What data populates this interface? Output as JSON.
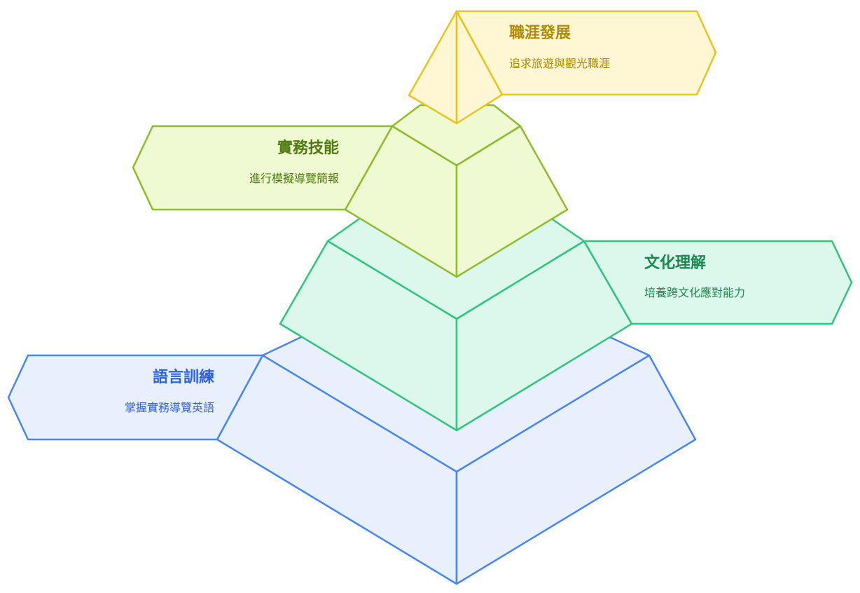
{
  "colors": {
    "level1": {
      "fill": "#e8f0fd",
      "stroke": "#4a86f0",
      "text": "#2f62d6"
    },
    "level2": {
      "fill": "#dcf8ec",
      "stroke": "#2fc57a",
      "text": "#17894f"
    },
    "level3": {
      "fill": "#f0fad2",
      "stroke": "#8dbd2a",
      "text": "#4e7a0e"
    },
    "level4": {
      "fill": "#fff7d3",
      "stroke": "#e9c41f",
      "text": "#b08a00"
    }
  },
  "levels": [
    {
      "title": "語言訓練",
      "description": "掌握實務導覽英語"
    },
    {
      "title": "文化理解",
      "description": "培養跨文化應對能力"
    },
    {
      "title": "實務技能",
      "description": "進行模擬導覽簡報"
    },
    {
      "title": "職涯發展",
      "description": "追求旅遊與觀光職涯"
    }
  ]
}
